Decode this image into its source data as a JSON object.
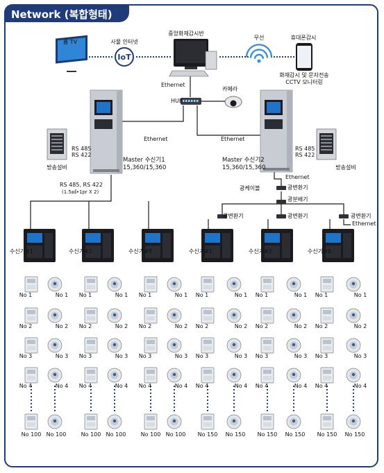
{
  "title": "Network (복합형태)",
  "colors": {
    "frame": "#1f3b7a",
    "line": "#1a1a1a",
    "cabinet": "#c9cdd3",
    "dark": "#1b1b1f",
    "screen": "#1f73c8"
  },
  "top": {
    "tv": "홈 TV",
    "iot": "사물 인터넷",
    "iot_badge": "IoT",
    "monitor": "중앙화재감시반",
    "wireless": "무선",
    "phone_title": "휴대폰감시",
    "phone_desc_1": "화재감시 및 문자전송",
    "phone_desc_2": "CCTV 모니터링",
    "ethernet": "Ethernet",
    "hub": "HUB",
    "camera": "카메라"
  },
  "left": {
    "ethernet": "Ethernet",
    "rs485": "RS 485",
    "rs422": "RS 422",
    "broadcast": "방송설비",
    "master_1": "Master 수신기1",
    "master_1_cap": "15,360/15,360",
    "rs_line_1": "RS 485, RS 422",
    "rs_line_2": "(1.5㎟•1pr X 2)"
  },
  "right": {
    "ethernet": "Ethernet",
    "ethernet_2": "Ethernet",
    "ethernet_3": "Ethernet",
    "rs485": "RS 485",
    "rs422": "RS 422",
    "broadcast": "방송설비",
    "master_2": "Master 수신기2",
    "master_2_cap": "15,360/15,360",
    "optical_cable": "광케이블",
    "converter": "광변환기",
    "distributor": "광분배기"
  },
  "receivers": [
    "수신기#1",
    "수신기#2",
    "수신기#8",
    "수신기#1",
    "수신기#2",
    "수신기#8"
  ],
  "device_rows": [
    "No 1",
    "No 2",
    "No 3",
    "No 4"
  ],
  "last_left": "No 100",
  "last_right": "No 150"
}
